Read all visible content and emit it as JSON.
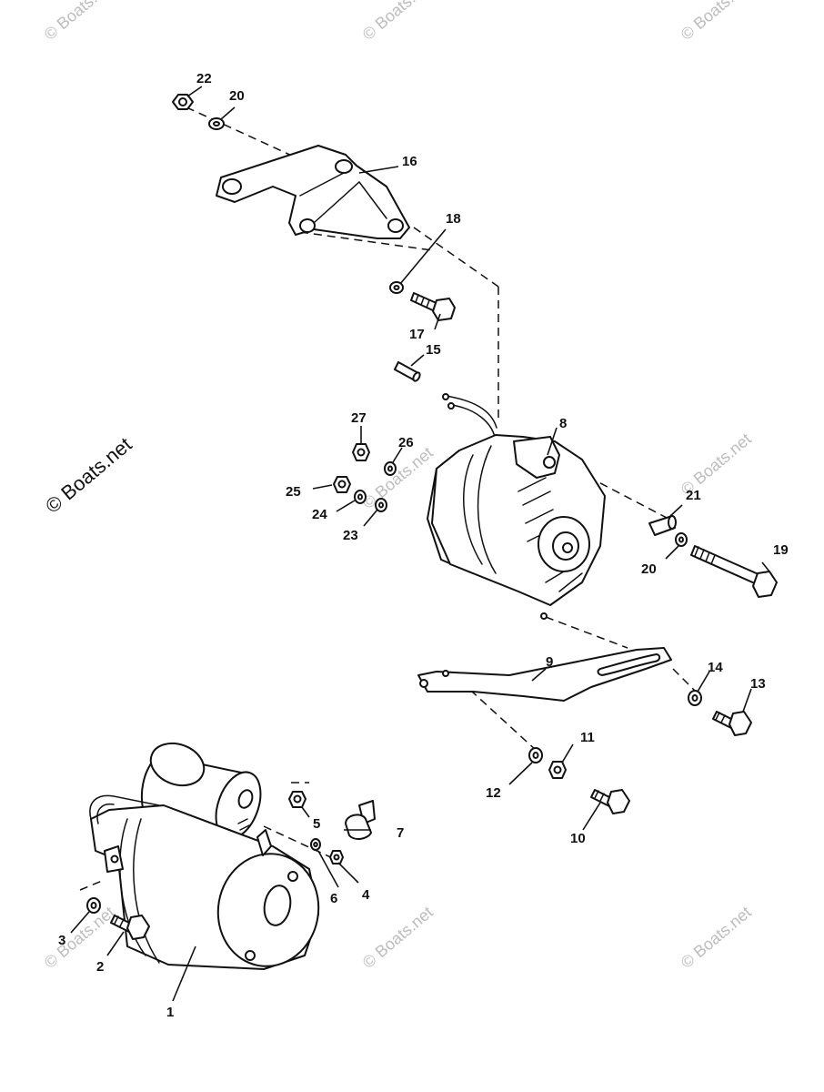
{
  "watermark": {
    "text": "© Boats.net",
    "main_text": "© Boats.net"
  },
  "callouts": {
    "p1": "1",
    "p2": "2",
    "p3": "3",
    "p4": "4",
    "p5": "5",
    "p6": "6",
    "p7": "7",
    "p8": "8",
    "p9": "9",
    "p10": "10",
    "p11": "11",
    "p12": "12",
    "p13": "13",
    "p14": "14",
    "p15": "15",
    "p16": "16",
    "p17": "17",
    "p18": "18",
    "p19": "19",
    "p20a": "20",
    "p20b": "20",
    "p21": "21",
    "p22": "22",
    "p23": "23",
    "p24": "24",
    "p25": "25",
    "p26": "26",
    "p27": "27"
  }
}
